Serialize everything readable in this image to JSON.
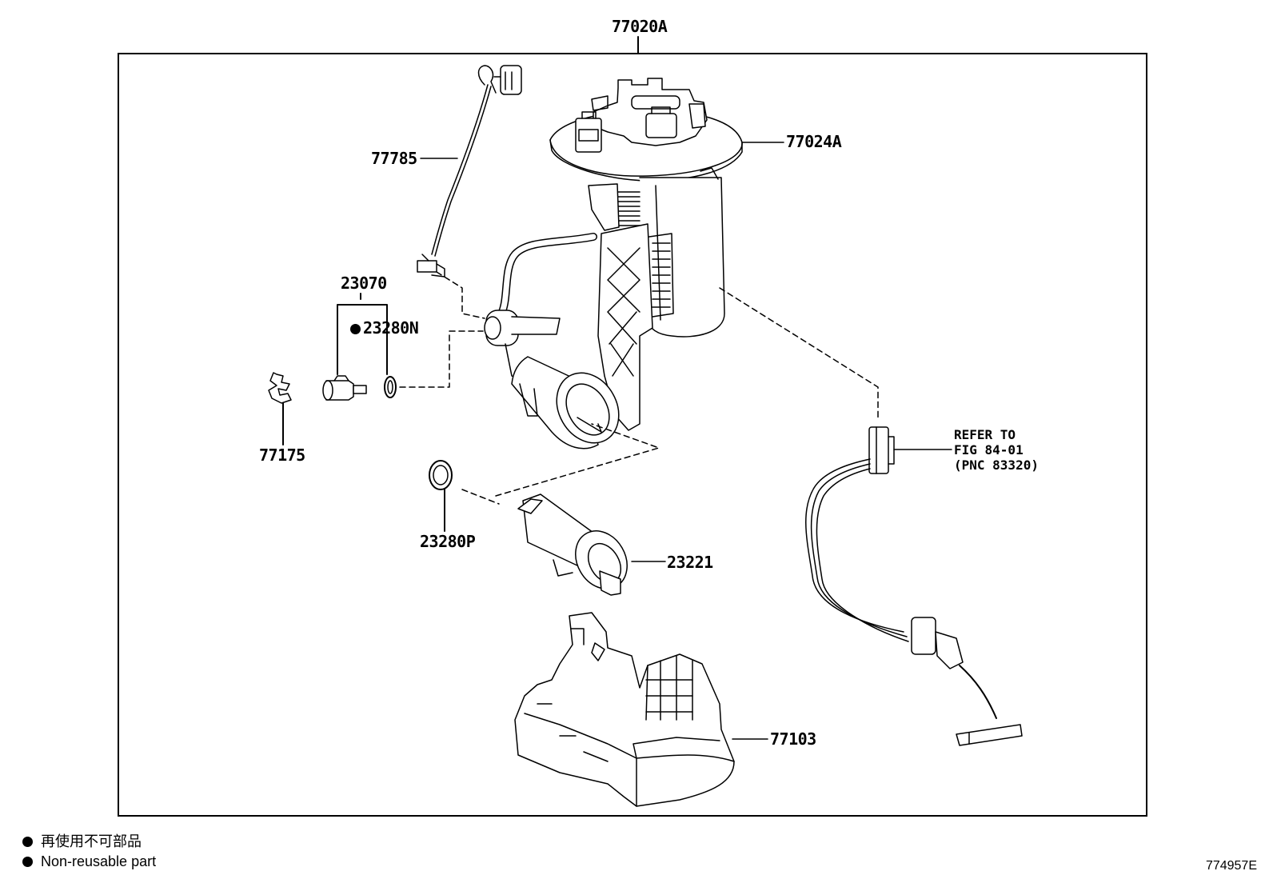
{
  "labels": {
    "p77020A": "77020A",
    "p77024A": "77024A",
    "p77785": "77785",
    "p23070": "23070",
    "p23280N": "23280N",
    "p77175": "77175",
    "p23280P": "23280P",
    "p23221": "23221",
    "p77103": "77103"
  },
  "refer": {
    "line1": "REFER TO",
    "line2": "FIG 84-01",
    "line3": "(PNC 83320)"
  },
  "legend": {
    "japanese": "再使用不可部品",
    "english": "Non-reusable part"
  },
  "figure_number": "774957E",
  "icons": {
    "non_reusable_marker": "filled-circle-icon"
  }
}
